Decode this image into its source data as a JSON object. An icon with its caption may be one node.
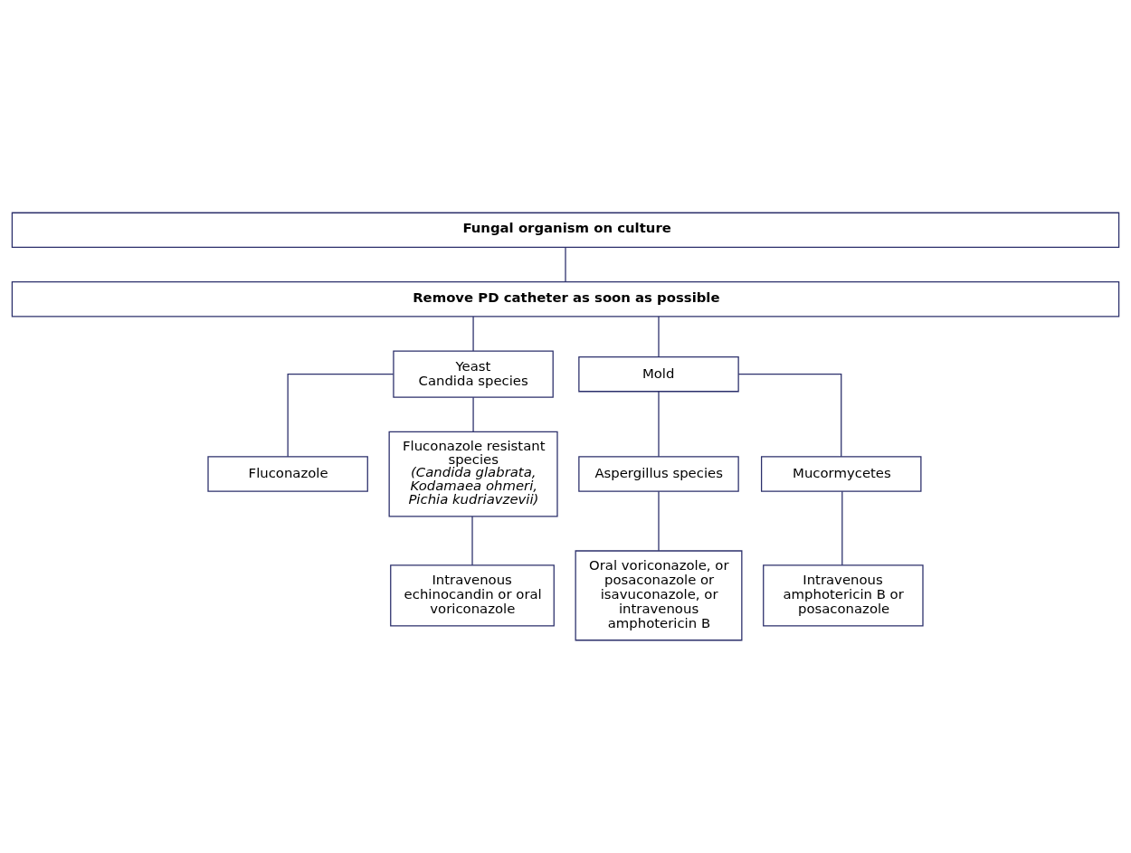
{
  "diagram": {
    "nodes": [
      {
        "text": [
          "Fungal organism on culture"
        ]
      },
      {
        "text": [
          "Remove PD catheter as soon as possible"
        ]
      },
      {
        "text": [
          "Yeast",
          "Candida species"
        ]
      },
      {
        "text": [
          "Mold"
        ]
      },
      {
        "text": [
          "Fluconazole"
        ]
      },
      {
        "text": [
          "Fluconazole resistant species",
          "(Candida glabrata, Kodamaea ohmeri, Pichia kudriavzevii)"
        ]
      },
      {
        "text": [
          "Aspergillus species"
        ]
      },
      {
        "text": [
          "Mucormycetes"
        ]
      },
      {
        "text": [
          "Intravenous echinocandin or oral voriconazole"
        ]
      },
      {
        "text": [
          "Oral voriconazole, or posaconazole or isavuconazole, or intravenous amphotericin B"
        ]
      },
      {
        "text": [
          "Intravenous amphotericin B or posaconazole"
        ]
      }
    ],
    "edges": [
      {
        "from": 0,
        "to": 1,
        "arrow": "none"
      },
      {
        "from": 1,
        "to": 2,
        "arrow": "none"
      },
      {
        "from": 1,
        "to": 3,
        "arrow": "none"
      },
      {
        "from": 2,
        "to": 4,
        "arrow": "none"
      },
      {
        "from": 2,
        "to": 5,
        "arrow": "none"
      },
      {
        "from": 3,
        "to": 6,
        "arrow": "none"
      },
      {
        "from": 3,
        "to": 7,
        "arrow": "none"
      },
      {
        "from": 5,
        "to": 8,
        "arrow": "none"
      },
      {
        "from": 6,
        "to": 9,
        "arrow": "none"
      },
      {
        "from": 7,
        "to": 10,
        "arrow": "none"
      }
    ]
  }
}
